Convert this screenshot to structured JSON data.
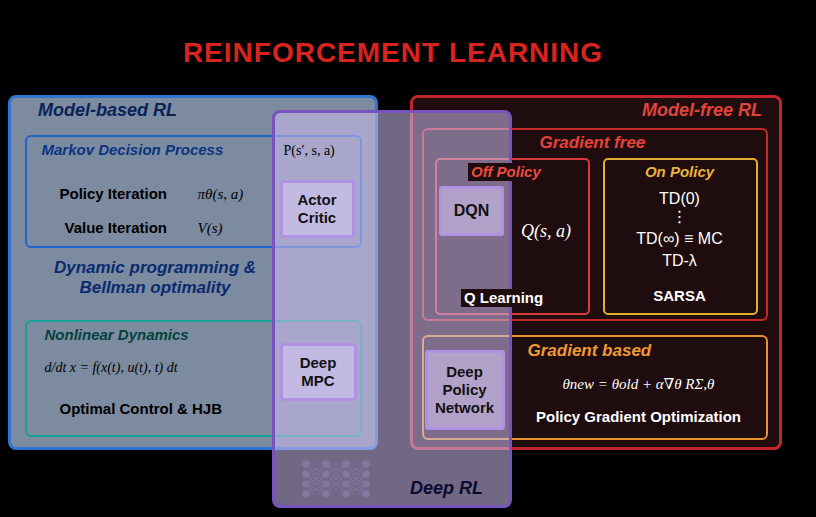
{
  "diagram": {
    "title": "REINFORCEMENT LEARNING",
    "nodes": [
      {
        "text": [
          "Model-based RL",
          "Dynamic programming & Bellman optimality"
        ]
      },
      {
        "text": [
          "Markov Decision Process",
          "P(s′, s, a)",
          "Policy Iteration",
          "πθ(s, a)",
          "Value Iteration",
          "V(s)"
        ],
        "in": 0
      },
      {
        "text": [
          "Actor Critic"
        ],
        "in": 1
      },
      {
        "text": [
          "Nonlinear Dynamics",
          "d/dt x = f(x(t), u(t), t) dt",
          "Optimal Control & HJB"
        ],
        "in": 0
      },
      {
        "text": [
          "Deep MPC"
        ],
        "in": 3
      },
      {
        "text": [
          "Model-free RL"
        ]
      },
      {
        "text": [
          "Gradient free"
        ],
        "in": 5
      },
      {
        "text": [
          "Off Policy",
          "Q(s, a)",
          "Q Learning"
        ],
        "in": 6
      },
      {
        "text": [
          "DQN"
        ],
        "in": 7
      },
      {
        "text": [
          "On Policy",
          "TD(0)",
          "⋮",
          "TD(∞) ≡ MC",
          "TD-λ",
          "SARSA"
        ],
        "in": 6
      },
      {
        "text": [
          "Gradient based",
          "θnew = θold + α∇θ RΣ,θ",
          "Policy Gradient Optimization"
        ],
        "in": 5
      },
      {
        "text": [
          "Deep Policy Network"
        ],
        "in": 10
      },
      {
        "text": [
          "Deep RL"
        ]
      }
    ]
  }
}
